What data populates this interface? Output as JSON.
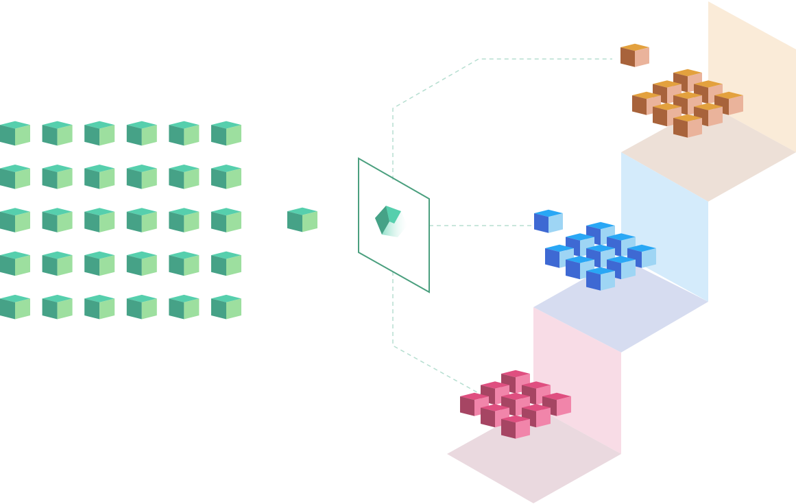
{
  "diagram": {
    "colors": {
      "green": {
        "top": "#56cfad",
        "left": "#46a287",
        "right": "#9ddf9f"
      },
      "orange": {
        "top": "#e3a13e",
        "left": "#a8633b",
        "right": "#eab39b"
      },
      "blue": {
        "top": "#29a7f5",
        "left": "#3e69d3",
        "right": "#9ed5f4"
      },
      "pink": {
        "top": "#df4f80",
        "left": "#a64563",
        "right": "#f185aa"
      },
      "filter_frame": "#4a9f7e",
      "connector": "#b5ded0",
      "panel_orange_back": "#faebd8",
      "panel_orange_floor": "#ede0d7",
      "panel_blue_back": "#d4ebfb",
      "panel_blue_floor": "#d6dcf0",
      "panel_pink_back": "#f8dce6",
      "panel_pink_floor": "#ead9df"
    },
    "input_grid": {
      "rows": 5,
      "cols": 6
    },
    "clusters": [
      "orange",
      "blue",
      "pink"
    ]
  }
}
